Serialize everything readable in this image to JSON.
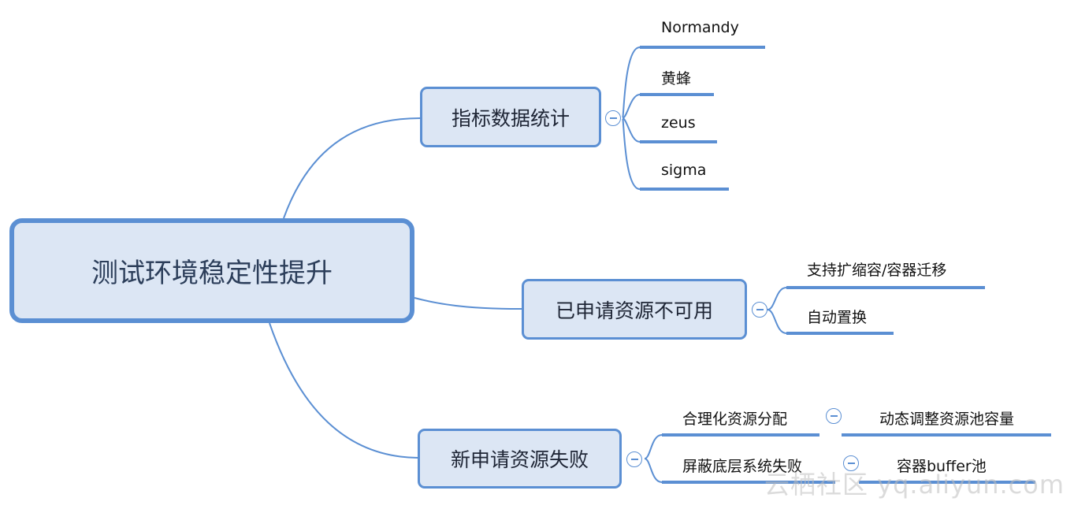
{
  "root": {
    "label": "测试环境稳定性提升"
  },
  "branches": [
    {
      "label": "指标数据统计",
      "children": [
        "Normandy",
        "黄蜂",
        "zeus",
        "sigma"
      ]
    },
    {
      "label": "已申请资源不可用",
      "children": [
        "支持扩缩容/容器迁移",
        "自动置换"
      ]
    },
    {
      "label": "新申请资源失败",
      "children": [
        {
          "label": "合理化资源分配",
          "child": "动态调整资源池容量"
        },
        {
          "label": "屏蔽底层系统失败",
          "child": "容器buffer池"
        }
      ]
    }
  ],
  "watermark": "云栖社区 yq.aliyun.com",
  "colors": {
    "node_fill": "#dce6f4",
    "node_border": "#5b8fd3",
    "line": "#5b8fd3"
  }
}
